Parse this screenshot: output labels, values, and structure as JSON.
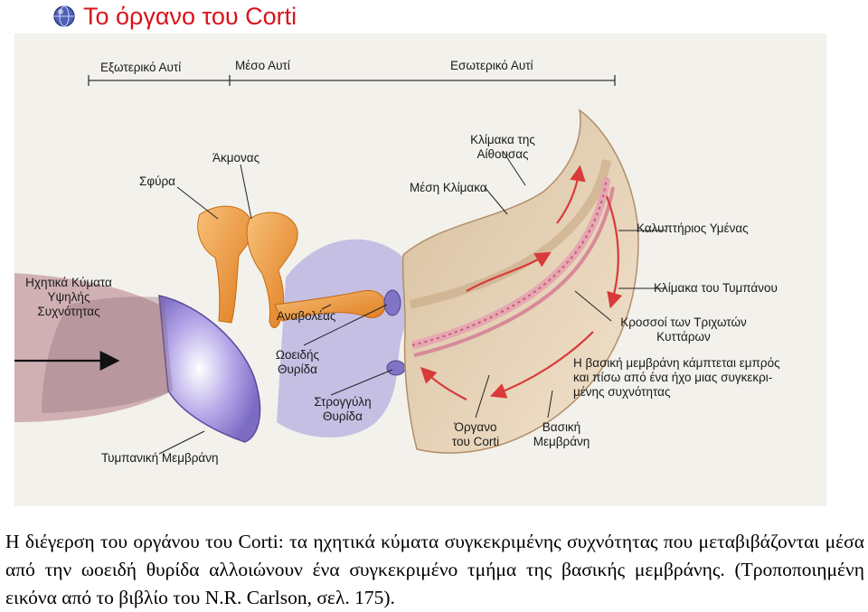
{
  "header": {
    "title": "Το όργανο του Corti",
    "bullet_icon": "globe-bullet-icon"
  },
  "figure": {
    "sections": {
      "outer": "Εξωτερικό Αυτί",
      "middle": "Μέσο Αυτί",
      "inner": "Εσωτερικό Αυτί"
    },
    "labels": {
      "hammer": "Σφύρα",
      "anvil": "Άκμονας",
      "stirrup": "Αναβολέας",
      "oval_window": [
        "Ωοειδής",
        "Θυρίδα"
      ],
      "round_window": [
        "Στρογγύλη",
        "Θυρίδα"
      ],
      "eardrum": "Τυμπανική Μεμβράνη",
      "sound_waves": [
        "Ηχητικά Κύματα",
        "Υψηλής",
        "Συχνότητας"
      ],
      "scala_vestibuli": [
        "Κλίμακα της",
        "Αίθουσας"
      ],
      "scala_media": "Μέση Κλίμακα",
      "tectorial": "Καλυπτήριος Υμένας",
      "scala_tympani": "Κλίμακα του Τυμπάνου",
      "hair_cells": [
        "Κροσσοί των Τριχωτών",
        "Κυττάρων"
      ],
      "basilar_note": [
        "Η βασική μεμβράνη κάμπτεται εμπρός",
        "και πίσω από ένα ήχο μιας συγκεκρι-",
        "μένης συχνότητας"
      ],
      "organ_corti": [
        "Όργανο",
        "του Corti"
      ],
      "basilar": [
        "Βασική",
        "Μεμβράνη"
      ]
    },
    "colors": {
      "ossicles": "#f09a3a",
      "eardrum": "#9d8ed6",
      "cochlea": "#e3cfb4",
      "arrows": "#d83a3a"
    }
  },
  "caption": "Η διέγερση του οργάνου του Corti: τα ηχητικά κύματα συγκεκριμένης συχνότητας που μεταβιβάζονται μέσα από την ωοειδή θυρίδα αλλοιώνουν ένα συγκεκριμένο τμήμα της βασικής μεμβράνης. (Τροποποιημένη εικόνα από το βιβλίο του N.R. Carlson, σελ. 175)."
}
